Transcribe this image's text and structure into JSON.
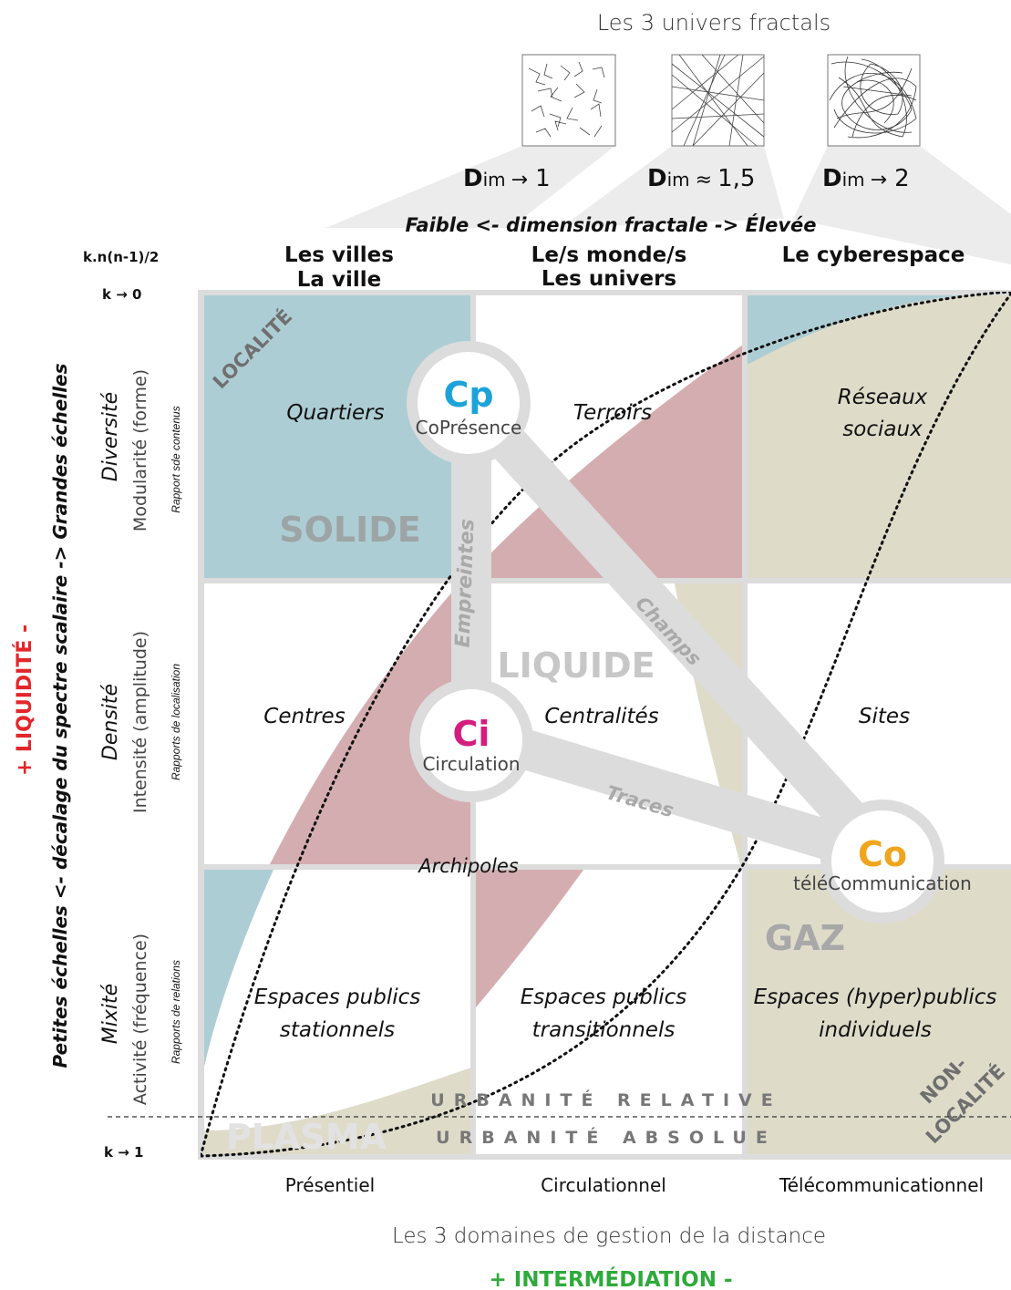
{
  "top": {
    "title": "Les 3 univers fractals",
    "dims": [
      {
        "prefix": "D",
        "sub": "im",
        "rel": "→",
        "value": "1"
      },
      {
        "prefix": "D",
        "sub": "im",
        "rel": "≈",
        "value": "1,5"
      },
      {
        "prefix": "D",
        "sub": "im",
        "rel": "→",
        "value": "2"
      }
    ],
    "fractal_axis": "Faible <- dimension fractale -> Élevée"
  },
  "formula": "k.n(n-1)/2",
  "k_top": "k → 0",
  "k_bottom": "k → 1",
  "columns": [
    {
      "l1": "Les villes",
      "l2": "La ville"
    },
    {
      "l1": "Le/s monde/s",
      "l2": "Les univers"
    },
    {
      "l1": "Le cyberespace",
      "l2": ""
    }
  ],
  "rows": [
    {
      "name": "Diversité",
      "sub": "Modularité (forme)",
      "rapport": "Rapport sde contenus"
    },
    {
      "name": "Densité",
      "sub": "Intensité (amplitude)",
      "rapport": "Rapports de localisation"
    },
    {
      "name": "Mixité",
      "sub": "Activité (fréquence)",
      "rapport": "Rapports de relations"
    }
  ],
  "cells": {
    "quartiers": "Quartiers",
    "terroirs": "Terroirs",
    "reseaux_1": "Réseaux",
    "reseaux_2": "sociaux",
    "centres": "Centres",
    "centralites": "Centralités",
    "sites": "Sites",
    "archipoles": "Archipoles",
    "ep_stat_1": "Espaces publics",
    "ep_stat_2": "stationnels",
    "ep_trans_1": "Espaces publics",
    "ep_trans_2": "transitionnels",
    "ep_hyper_1": "Espaces (hyper)publics",
    "ep_hyper_2": "individuels"
  },
  "states": {
    "solide": "SOLIDE",
    "liquide": "LIQUIDE",
    "gaz": "GAZ",
    "plasma": "PLASMA",
    "localite": "LOCALITÉ",
    "nonlocalite_1": "NON-",
    "nonlocalite_2": "LOCALITÉ"
  },
  "urbanite": {
    "relative": "URBANITÉ RELATIVE",
    "absolue": "URBANITÉ ABSOLUE"
  },
  "nodes": [
    {
      "code": "Cp",
      "label": "CoPrésence",
      "color": "#1ea3d9"
    },
    {
      "code": "Ci",
      "label": "Circulation",
      "color": "#d41e7e"
    },
    {
      "code": "Co",
      "label": "téléCommunication",
      "color": "#f0a51e"
    }
  ],
  "links": {
    "empreintes": "Empreintes",
    "champs": "Champs",
    "traces": "Traces"
  },
  "left_axis": {
    "liquidite": "+ LIQUIDITÉ -",
    "echelles": "Petites échelles <- décalage du spectre scalaire -> Grandes échelles"
  },
  "bottom": {
    "domains": [
      "Présentiel",
      "Circulationnel",
      "Télécommunicationnel"
    ],
    "caption": "Les 3 domaines de gestion de la distance",
    "intermediation": "+ INTERMÉDIATION -"
  },
  "colors": {
    "solid_blue": "#adcdd4",
    "liquid_pink": "#d4adb1",
    "gas_beige": "#dedcc9",
    "grid": "#dcdcdc",
    "liquidite_red": "#e3262a",
    "intermediation_green": "#2eaa3a"
  }
}
